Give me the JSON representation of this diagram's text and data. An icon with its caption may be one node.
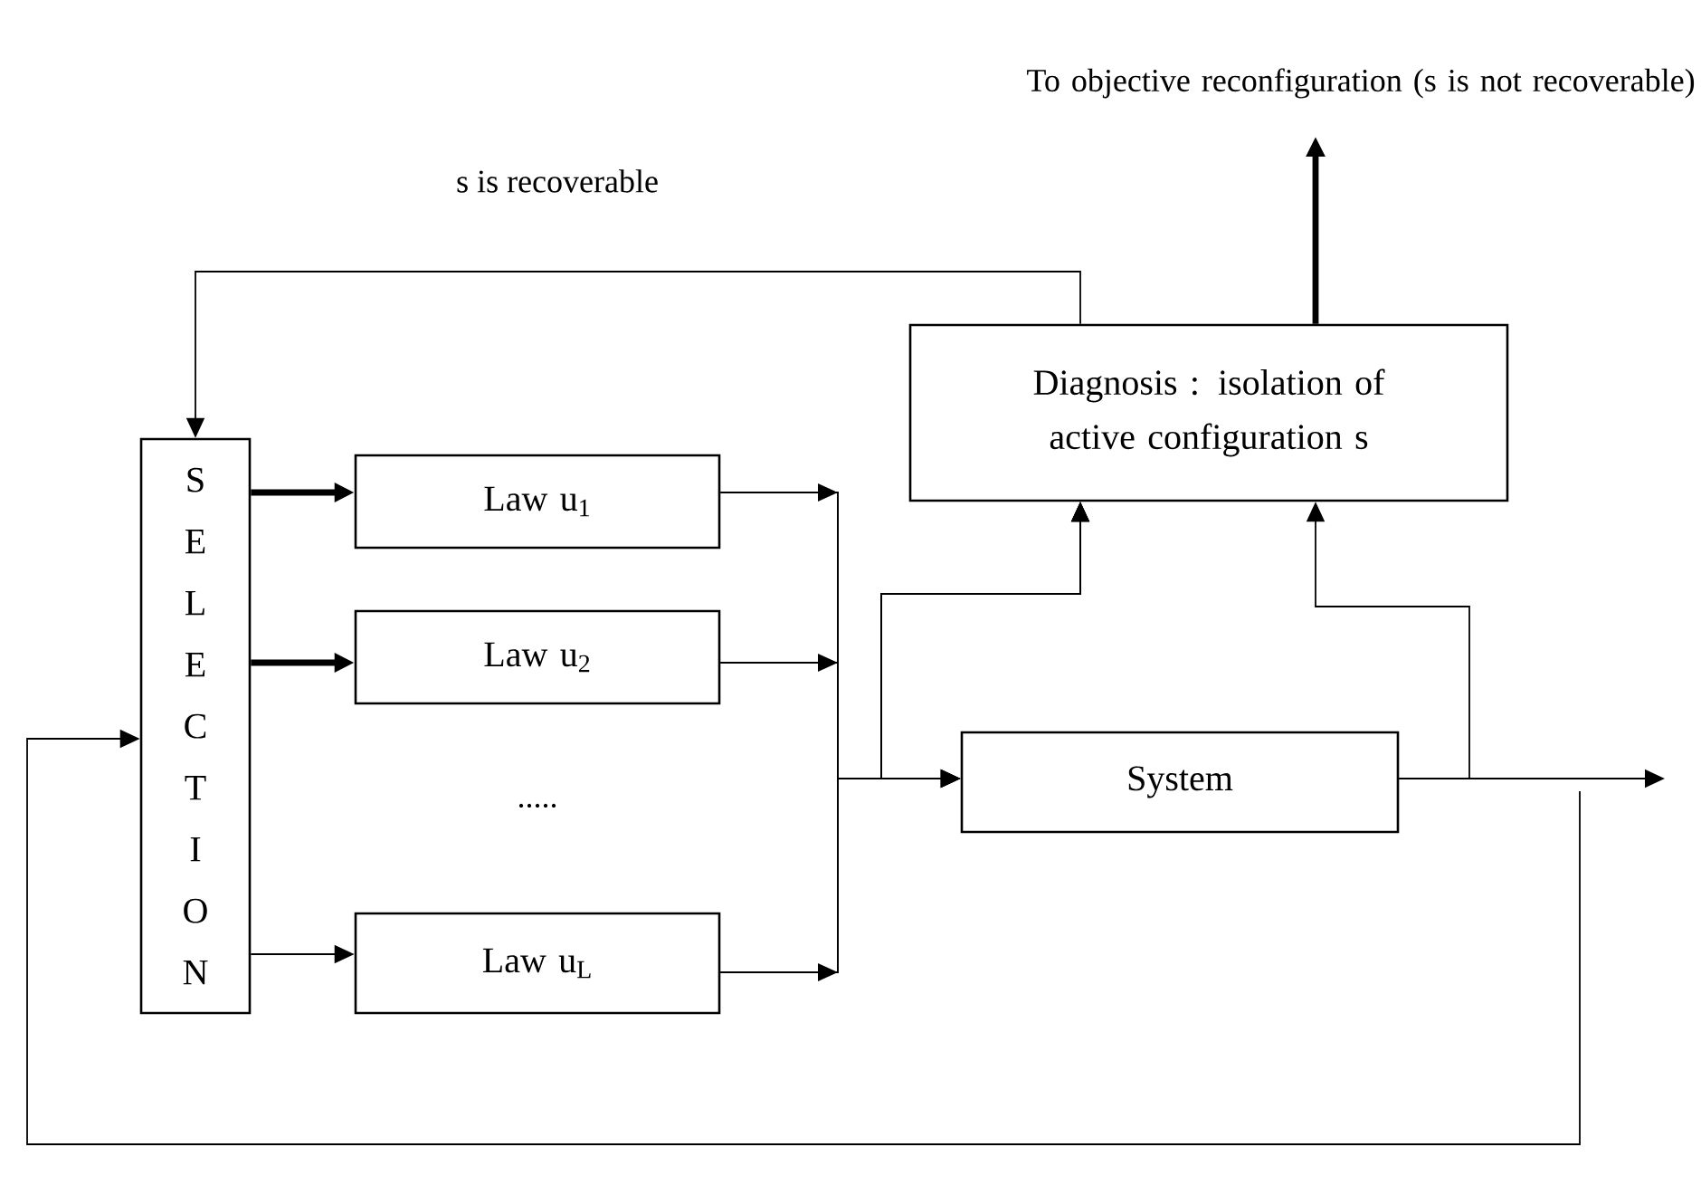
{
  "diagram": {
    "nodes": [
      {
        "text": [
          "S E L E C T I O N"
        ]
      },
      {
        "text": [
          "Law u$_{1}$"
        ]
      },
      {
        "text": [
          "Law u$_{2}$"
        ]
      },
      {
        "text": [
          "Law u$_{L}$"
        ]
      },
      {
        "text": [
          "Diagnosis : isolation of active configuration s"
        ]
      },
      {
        "text": [
          "System"
        ]
      },
      {
        "text": [
          "To objective reconfiguration (s is not recoverable)"
        ]
      }
    ],
    "edges": [
      {
        "from": 4,
        "to": 0,
        "arrow": "to",
        "label": "s is recoverable"
      },
      {
        "from": 0,
        "to": 1,
        "arrow": "to",
        "style": "thick"
      },
      {
        "from": 0,
        "to": 2,
        "arrow": "to",
        "style": "thick"
      },
      {
        "from": 0,
        "to": 3,
        "arrow": "to"
      },
      {
        "from": 1,
        "to": 5,
        "arrow": "to"
      },
      {
        "from": 2,
        "to": 5,
        "arrow": "to"
      },
      {
        "from": 3,
        "to": 5,
        "arrow": "to"
      },
      {
        "from": 1,
        "to": 4,
        "arrow": "to"
      },
      {
        "from": 2,
        "to": 4,
        "arrow": "to"
      },
      {
        "from": 3,
        "to": 4,
        "arrow": "to"
      },
      {
        "from": 5,
        "to": 4,
        "arrow": "to"
      },
      {
        "from": 5,
        "to": null,
        "arrow": "to"
      },
      {
        "from": null,
        "to": 0,
        "arrow": "to"
      },
      {
        "from": 4,
        "to": 6,
        "arrow": "to",
        "style": "thick"
      }
    ],
    "labels": [
      "....."
    ]
  }
}
